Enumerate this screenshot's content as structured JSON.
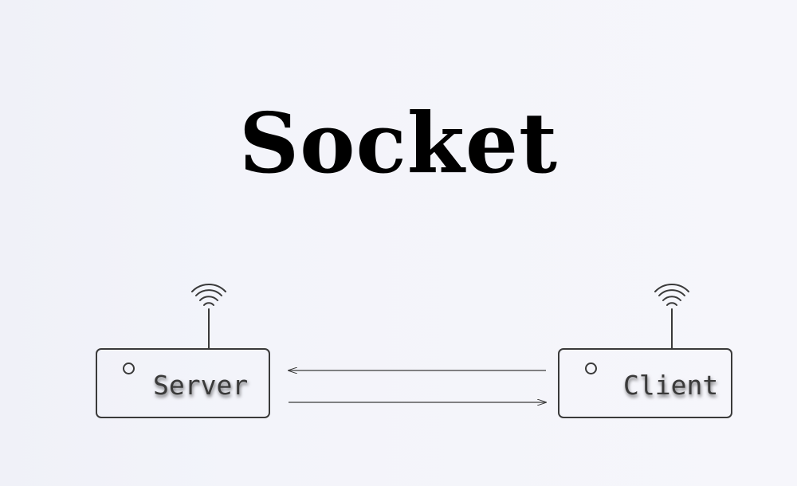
{
  "title": "Socket",
  "server": {
    "label": "Server",
    "antenna_icon": "wifi-antenna-icon"
  },
  "client": {
    "label": "Client",
    "antenna_icon": "wifi-antenna-icon"
  },
  "colors": {
    "line": "#3a3a3a",
    "title": "#000000"
  }
}
